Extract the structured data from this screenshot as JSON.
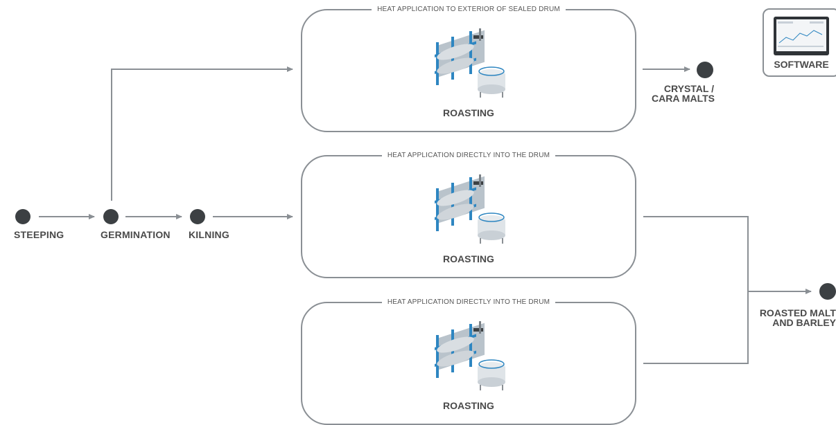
{
  "stages": {
    "steeping": "STEEPING",
    "germination": "GERMINATION",
    "kilning": "KILNING"
  },
  "boxes": [
    {
      "caption": "HEAT APPLICATION TO EXTERIOR OF SEALED DRUM",
      "title": "ROASTING"
    },
    {
      "caption": "HEAT APPLICATION DIRECTLY INTO THE DRUM",
      "title": "ROASTING"
    },
    {
      "caption": "HEAT APPLICATION DIRECTLY INTO THE DRUM",
      "title": "ROASTING"
    }
  ],
  "outputs": {
    "crystal_line1": "CRYSTAL /",
    "crystal_line2": "CARA MALTS",
    "roasted_line1": "ROASTED MALT",
    "roasted_line2": "AND BARLEY"
  },
  "software": {
    "label": "SOFTWARE"
  },
  "colors": {
    "node": "#3c4043",
    "line": "#8a8f94",
    "machine_blue": "#2e86c1",
    "text": "#4a4a4a"
  }
}
